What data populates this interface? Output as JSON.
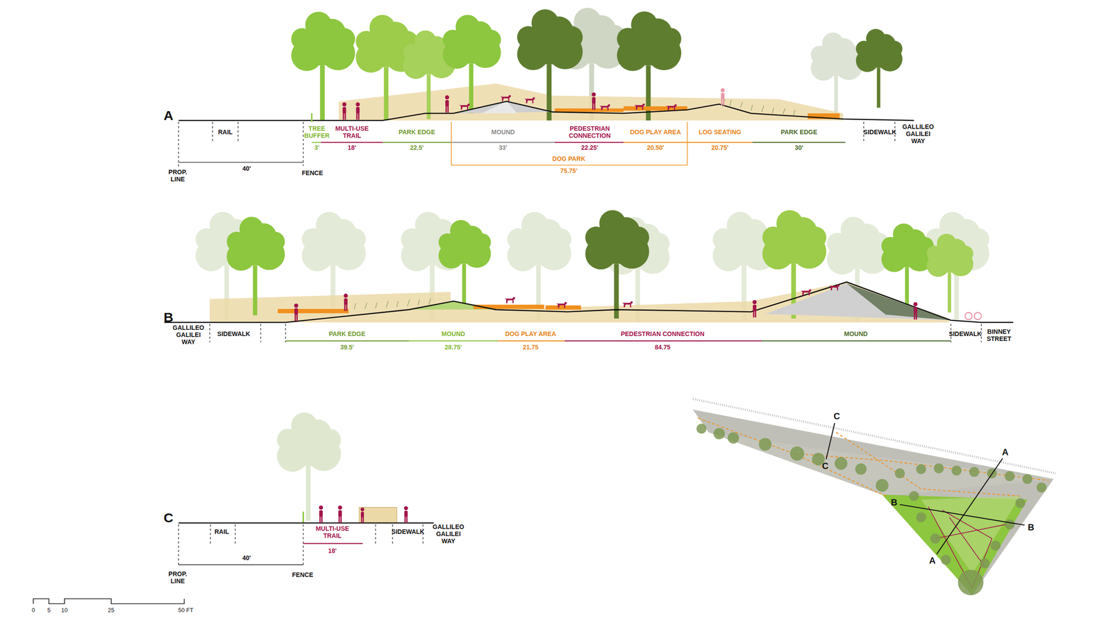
{
  "diagram": {
    "labels": [
      "A",
      "RAIL",
      "TREE BUFFER",
      "MULTI-USE TRAIL",
      "PARK EDGE",
      "MOUND",
      "PEDESTRIAN CONNECTION",
      "DOG PLAY AREA",
      "LOG SEATING",
      "PARK EDGE",
      "SIDEWALK",
      "GALLILEO GALILEI WAY",
      "3'",
      "18'",
      "22.5'",
      "33'",
      "22.25'",
      "20.50'",
      "20.75'",
      "30'",
      "DOG PARK",
      "75.75'",
      "PROP. LINE",
      "40'",
      "FENCE",
      "B",
      "GALLILEO GALILEI WAY",
      "SIDEWALK",
      "PARK EDGE",
      "39.5'",
      "MOUND",
      "28.75'",
      "DOG PLAY AREA",
      "21.75",
      "PEDESTRIAN CONNECTION",
      "84.75",
      "MOUND",
      "SIDEWALK",
      "BINNEY STREET",
      "C",
      "RAIL",
      "MULTI-USE TRAIL",
      "18'",
      "SIDEWALK",
      "GALLILEO GALILEI WAY",
      "PROP. LINE",
      "40'",
      "FENCE",
      "0",
      "5",
      "10",
      "25",
      "50 FT",
      "C",
      "C",
      "A",
      "A",
      "B",
      "B"
    ]
  }
}
